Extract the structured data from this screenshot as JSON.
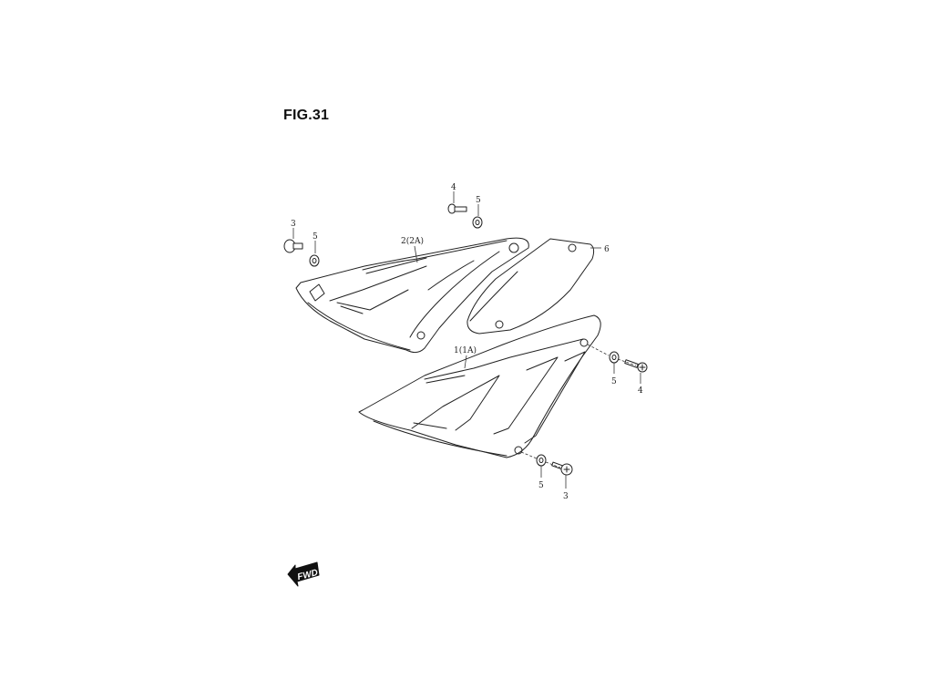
{
  "figure": {
    "title": "FIG.31"
  },
  "callouts": {
    "part_1": "1(1A)",
    "part_2": "2(2A)",
    "part_3_left": "3",
    "part_3_right": "3",
    "part_4_top": "4",
    "part_4_right": "4",
    "part_5_top": "5",
    "part_5_left": "5",
    "part_5_right": "5",
    "part_5_bottom": "5",
    "part_6": "6"
  },
  "direction_indicator": {
    "label": "FWD"
  }
}
